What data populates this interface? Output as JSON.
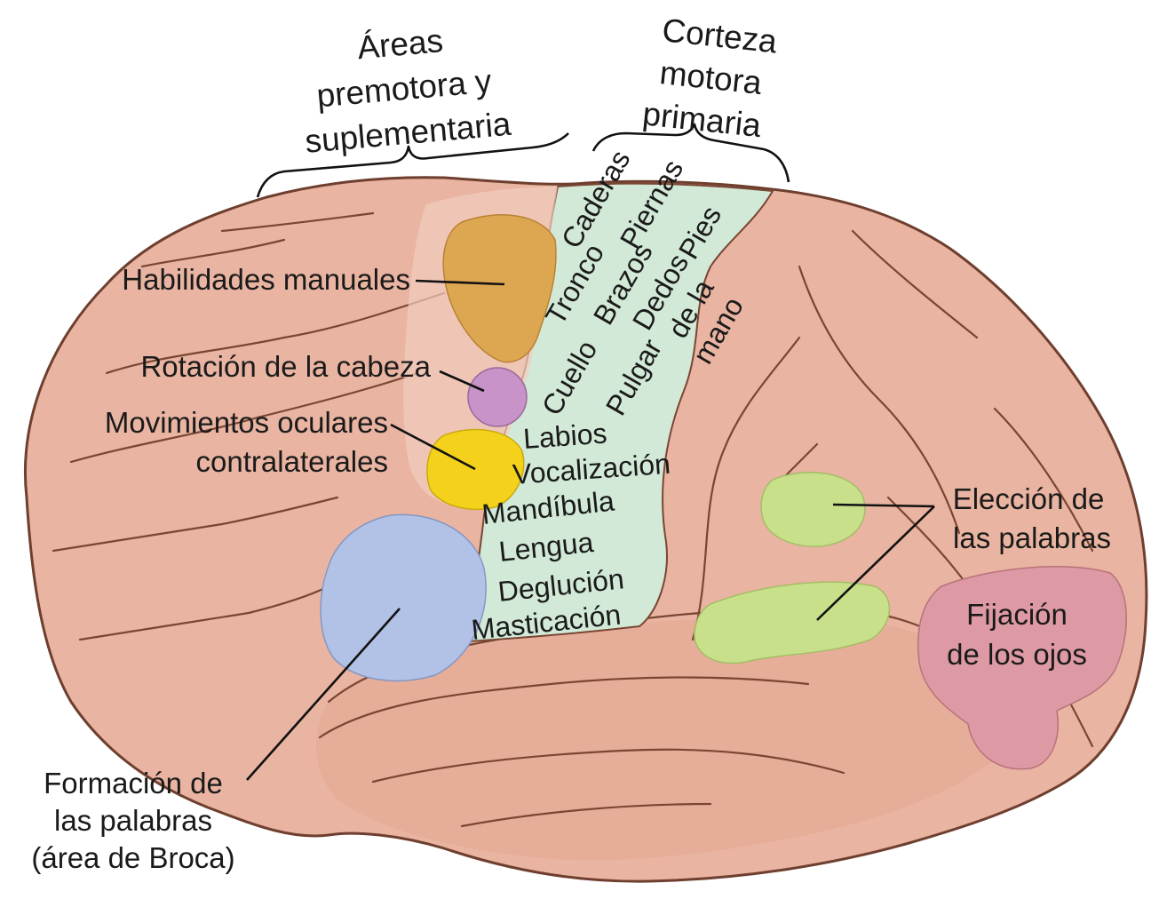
{
  "headers": {
    "premotor": [
      "Áreas",
      "premotora y",
      "suplementaria"
    ],
    "motor": [
      "Corteza",
      "motora",
      "primaria"
    ]
  },
  "labels": {
    "hand_skills": "Habilidades manuales",
    "head_rotation": "Rotación de la cabeza",
    "eye_movements": [
      "Movimientos oculares",
      "contralaterales"
    ],
    "broca": [
      "Formación de",
      "las palabras",
      "(área de Broca)"
    ],
    "word_choice": [
      "Elección de",
      "las palabras"
    ],
    "eye_fixation": [
      "Fijación",
      "de los ojos"
    ]
  },
  "motor_strip": {
    "upper": [
      "Caderas",
      "Tronco",
      "Piernas",
      "Pies",
      "Cuello",
      "Brazos",
      "Dedos",
      "Pulgar",
      "de la",
      "mano"
    ],
    "lower": [
      "Labios",
      "Vocalización",
      "Mandíbula",
      "Lengua",
      "Deglución",
      "Masticación"
    ]
  },
  "colors": {
    "brain": "#e9b4a1",
    "brain_dark": "#dca08a",
    "sulcus": "#7a4634",
    "motor_strip": "#d2e9d7",
    "hand_skills": "#dda650",
    "head_rotation": "#c893c8",
    "eye_movements": "#f4d21c",
    "broca": "#b2c2e6",
    "word_choice": "#c9e08a",
    "eye_fixation": "#de9aa4"
  }
}
